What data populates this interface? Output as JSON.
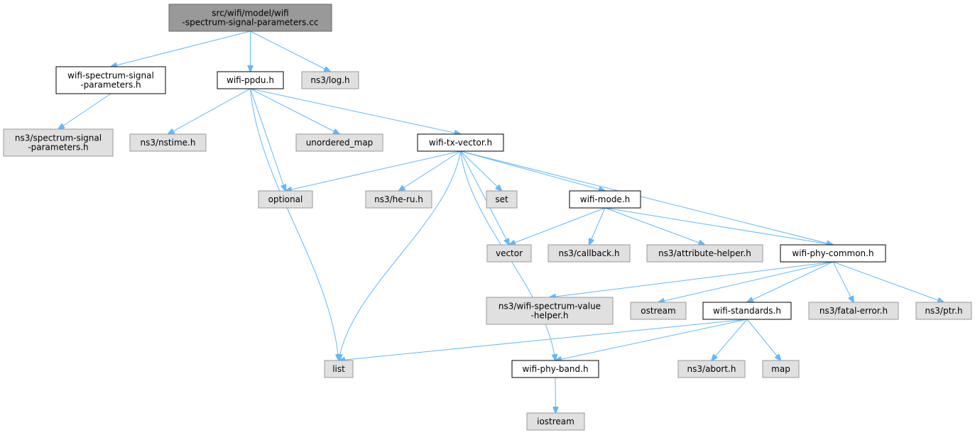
{
  "graph": {
    "edge_color": "#63b8ff",
    "nodes": [
      {
        "id": "root",
        "lines": [
          "src/wifi/model/wifi",
          "-spectrum-signal-parameters.cc"
        ],
        "kind": "root"
      },
      {
        "id": "wssp_h",
        "lines": [
          "wifi-spectrum-signal",
          "-parameters.h"
        ],
        "kind": "local"
      },
      {
        "id": "wifi_ppdu",
        "lines": [
          "wifi-ppdu.h"
        ],
        "kind": "local"
      },
      {
        "id": "ns3_log",
        "lines": [
          "ns3/log.h"
        ],
        "kind": "external"
      },
      {
        "id": "ns3_ssp",
        "lines": [
          "ns3/spectrum-signal",
          "-parameters.h"
        ],
        "kind": "external"
      },
      {
        "id": "ns3_nstime",
        "lines": [
          "ns3/nstime.h"
        ],
        "kind": "external"
      },
      {
        "id": "unordered_map",
        "lines": [
          "unordered_map"
        ],
        "kind": "external"
      },
      {
        "id": "wifi_tx_vector",
        "lines": [
          "wifi-tx-vector.h"
        ],
        "kind": "local"
      },
      {
        "id": "optional",
        "lines": [
          "optional"
        ],
        "kind": "external"
      },
      {
        "id": "ns3_heru",
        "lines": [
          "ns3/he-ru.h"
        ],
        "kind": "external"
      },
      {
        "id": "set",
        "lines": [
          "set"
        ],
        "kind": "external"
      },
      {
        "id": "wifi_mode",
        "lines": [
          "wifi-mode.h"
        ],
        "kind": "local"
      },
      {
        "id": "vector",
        "lines": [
          "vector"
        ],
        "kind": "external"
      },
      {
        "id": "ns3_callback",
        "lines": [
          "ns3/callback.h"
        ],
        "kind": "external"
      },
      {
        "id": "ns3_attr",
        "lines": [
          "ns3/attribute-helper.h"
        ],
        "kind": "external"
      },
      {
        "id": "wifi_phy_common",
        "lines": [
          "wifi-phy-common.h"
        ],
        "kind": "local"
      },
      {
        "id": "ns3_wsvh",
        "lines": [
          "ns3/wifi-spectrum-value",
          "-helper.h"
        ],
        "kind": "external"
      },
      {
        "id": "ostream",
        "lines": [
          "ostream"
        ],
        "kind": "external"
      },
      {
        "id": "wifi_standards",
        "lines": [
          "wifi-standards.h"
        ],
        "kind": "local"
      },
      {
        "id": "ns3_fatal",
        "lines": [
          "ns3/fatal-error.h"
        ],
        "kind": "external"
      },
      {
        "id": "ns3_ptr",
        "lines": [
          "ns3/ptr.h"
        ],
        "kind": "external"
      },
      {
        "id": "list",
        "lines": [
          "list"
        ],
        "kind": "external"
      },
      {
        "id": "wifi_phy_band",
        "lines": [
          "wifi-phy-band.h"
        ],
        "kind": "local"
      },
      {
        "id": "ns3_abort",
        "lines": [
          "ns3/abort.h"
        ],
        "kind": "external"
      },
      {
        "id": "map",
        "lines": [
          "map"
        ],
        "kind": "external"
      },
      {
        "id": "iostream",
        "lines": [
          "iostream"
        ],
        "kind": "external"
      }
    ],
    "edges": [
      [
        "root",
        "wssp_h"
      ],
      [
        "root",
        "wifi_ppdu"
      ],
      [
        "root",
        "ns3_log"
      ],
      [
        "wssp_h",
        "ns3_ssp"
      ],
      [
        "wifi_ppdu",
        "ns3_nstime"
      ],
      [
        "wifi_ppdu",
        "unordered_map"
      ],
      [
        "wifi_ppdu",
        "wifi_tx_vector"
      ],
      [
        "wifi_ppdu",
        "optional"
      ],
      [
        "wifi_ppdu",
        "list"
      ],
      [
        "wifi_tx_vector",
        "optional"
      ],
      [
        "wifi_tx_vector",
        "ns3_heru"
      ],
      [
        "wifi_tx_vector",
        "set"
      ],
      [
        "wifi_tx_vector",
        "wifi_mode"
      ],
      [
        "wifi_tx_vector",
        "vector"
      ],
      [
        "wifi_tx_vector",
        "wifi_phy_common"
      ],
      [
        "wifi_tx_vector",
        "list"
      ],
      [
        "wifi_tx_vector",
        "wifi_phy_band"
      ],
      [
        "wifi_mode",
        "vector"
      ],
      [
        "wifi_mode",
        "ns3_callback"
      ],
      [
        "wifi_mode",
        "ns3_attr"
      ],
      [
        "wifi_mode",
        "wifi_phy_common"
      ],
      [
        "wifi_phy_common",
        "ns3_wsvh"
      ],
      [
        "wifi_phy_common",
        "ostream"
      ],
      [
        "wifi_phy_common",
        "wifi_standards"
      ],
      [
        "wifi_phy_common",
        "ns3_fatal"
      ],
      [
        "wifi_phy_common",
        "ns3_ptr"
      ],
      [
        "wifi_standards",
        "list"
      ],
      [
        "wifi_standards",
        "wifi_phy_band"
      ],
      [
        "wifi_standards",
        "ns3_abort"
      ],
      [
        "wifi_standards",
        "map"
      ],
      [
        "wifi_phy_band",
        "iostream"
      ]
    ]
  }
}
